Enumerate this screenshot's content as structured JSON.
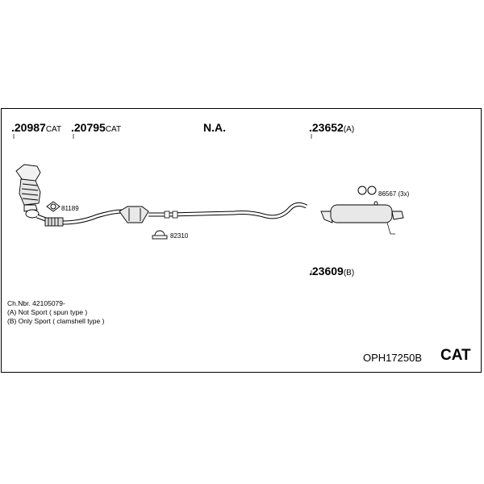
{
  "parts": [
    {
      "id": "p1",
      "number": ".20987",
      "suffix": "CAT"
    },
    {
      "id": "p2",
      "number": ".20795",
      "suffix": "CAT"
    },
    {
      "id": "p3",
      "number": "N.A.",
      "suffix": ""
    },
    {
      "id": "p4",
      "number": ".23652",
      "suffix": "(A)"
    },
    {
      "id": "p5",
      "number": ".23609",
      "suffix": "(B)"
    }
  ],
  "small_labels": {
    "gasket": "81189",
    "clamp": "82310",
    "hanger": "86567 (3x)"
  },
  "notes": {
    "chassis": "Ch.Nbr. 42105079-",
    "option_a": "(A) Not Sport ( spun type )",
    "option_b": "(B) Only Sport ( clamshell type )"
  },
  "footer": {
    "code": "OPH17250B",
    "category": "CAT"
  }
}
